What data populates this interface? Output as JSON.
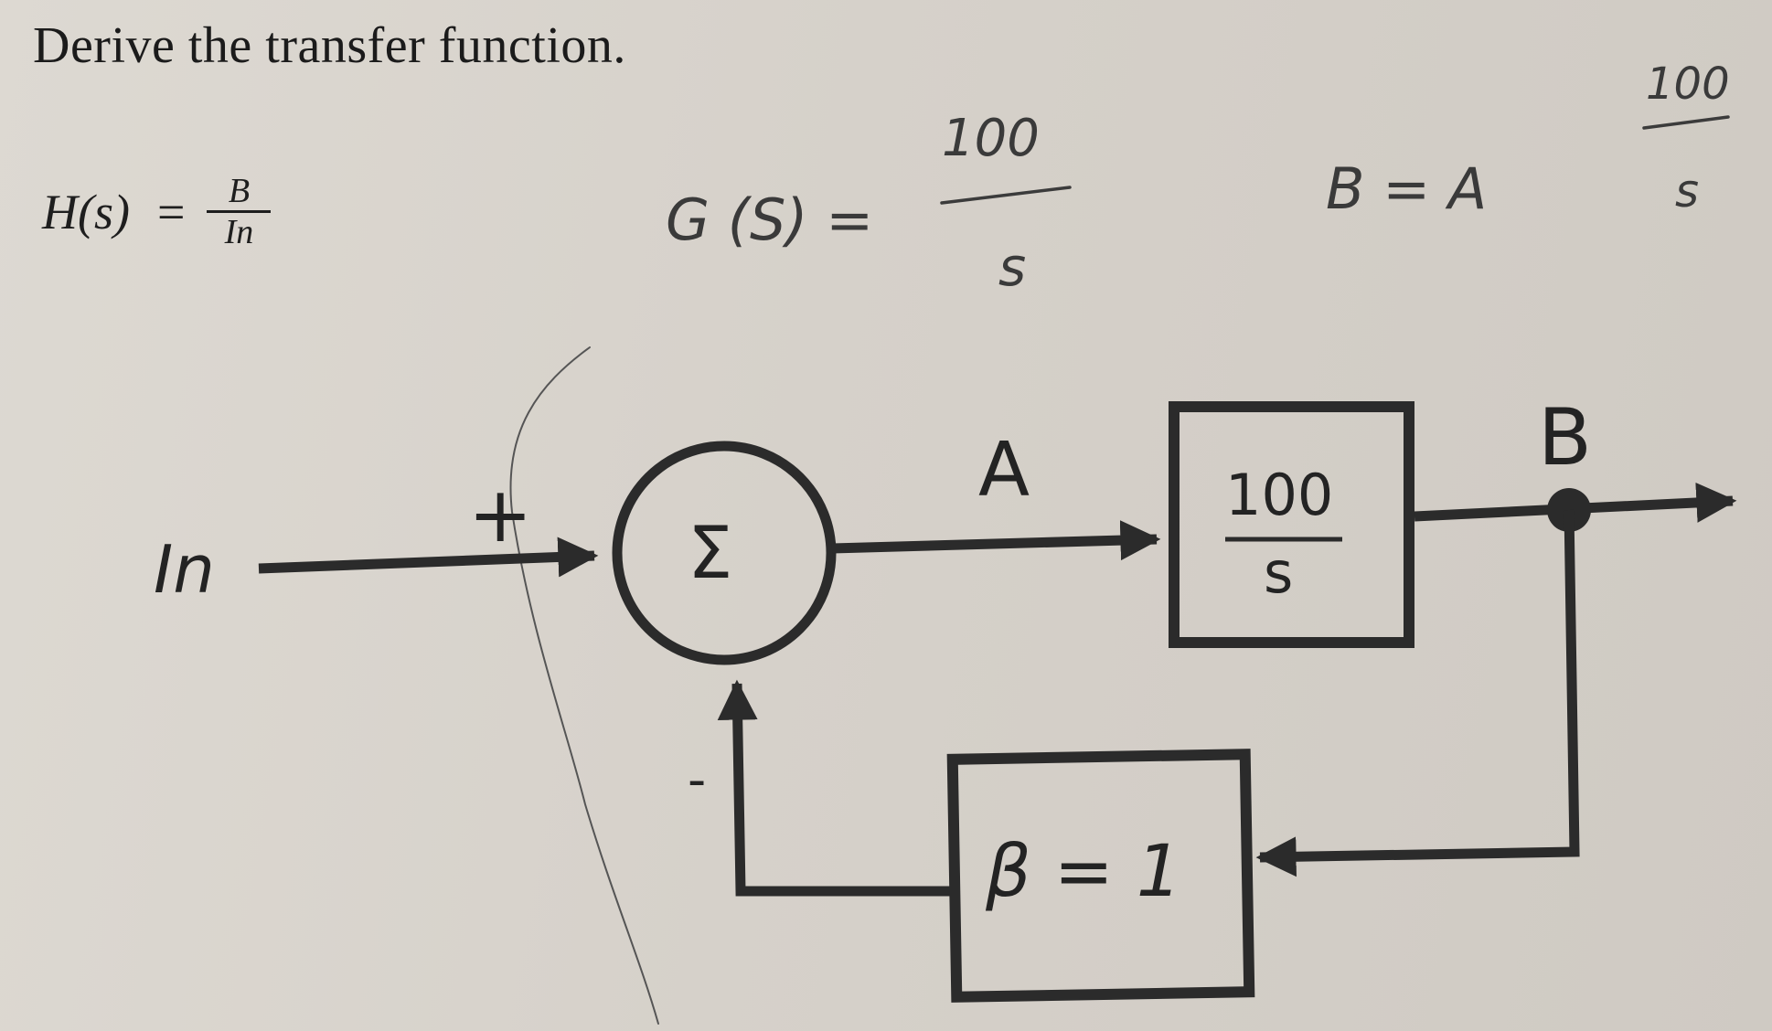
{
  "problem": {
    "prompt": "Derive the transfer function."
  },
  "formula": {
    "lhs": "H(s)",
    "eq": "=",
    "num": "B",
    "den": "In"
  },
  "handwritten": {
    "g_of_s": "G (S) =",
    "g_num": "100",
    "g_den": "s",
    "b_eq": "B = A",
    "a_num": "100",
    "a_den": "s"
  },
  "diagram": {
    "input_label": "In",
    "plus_sign": "+",
    "minus_sign": "-",
    "summer_symbol": "Σ",
    "node_a_label": "A",
    "forward_block": {
      "num": "100",
      "den": "s"
    },
    "output_label": "B",
    "feedback_block": "β = 1"
  },
  "colors": {
    "ink": "#2b2b2b",
    "pencil": "#3b3b3b",
    "paper": "#d8d3cc"
  }
}
